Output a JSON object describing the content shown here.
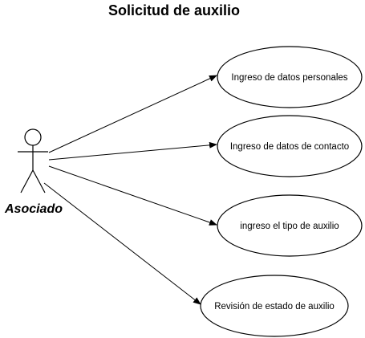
{
  "title": "Solicitud de auxilio",
  "actor": {
    "name": "Asociado"
  },
  "use_cases": [
    {
      "label": "Ingreso de datos personales"
    },
    {
      "label": "Ingreso de datos de contacto"
    },
    {
      "label": "ingreso el tipo de auxilio"
    },
    {
      "label": "Revisión de estado de auxilio"
    }
  ],
  "colors": {
    "stroke": "#000000",
    "fill": "#ffffff"
  }
}
